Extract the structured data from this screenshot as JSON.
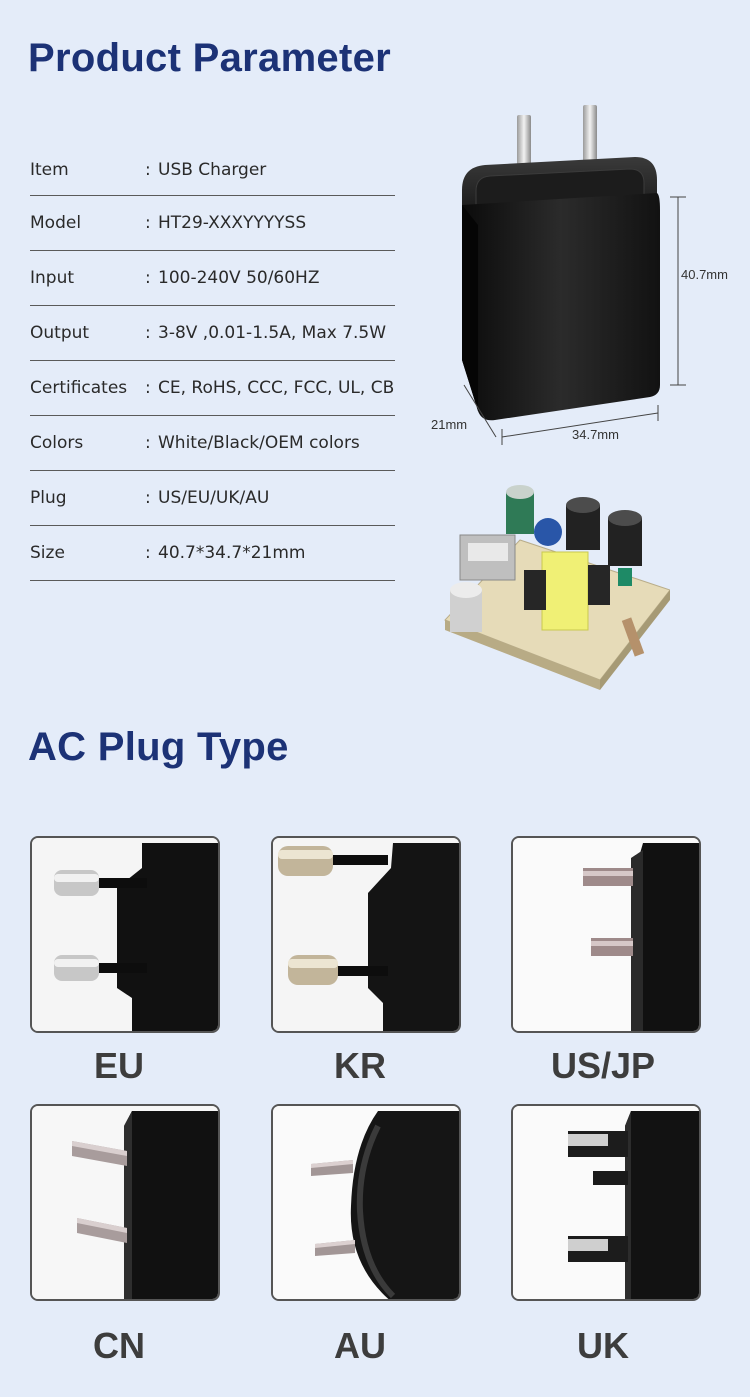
{
  "product_section": {
    "title": "Product Parameter",
    "separator": ":",
    "params": [
      {
        "key": "Item",
        "value": "USB Charger"
      },
      {
        "key": "Model",
        "value": "HT29-XXXYYYYSS"
      },
      {
        "key": "Input",
        "value": "100-240V 50/60HZ"
      },
      {
        "key": "Output",
        "value": "3-8V ,0.01-1.5A, Max 7.5W"
      },
      {
        "key": "Certificates",
        "value": "CE, RoHS, CCC, FCC, UL, CB"
      },
      {
        "key": "Colors",
        "value": "White/Black/OEM colors"
      },
      {
        "key": "Plug",
        "value": "US/EU/UK/AU"
      },
      {
        "key": "Size",
        "value": "40.7*34.7*21mm"
      }
    ],
    "dimensions": {
      "height": "40.7mm",
      "width": "34.7mm",
      "depth": "21mm"
    }
  },
  "plug_section": {
    "title": "AC Plug Type",
    "plugs": [
      {
        "label": "EU",
        "icon": "eu-plug-icon"
      },
      {
        "label": "KR",
        "icon": "kr-plug-icon"
      },
      {
        "label": "US/JP",
        "icon": "us-jp-plug-icon"
      },
      {
        "label": "CN",
        "icon": "cn-plug-icon"
      },
      {
        "label": "AU",
        "icon": "au-plug-icon"
      },
      {
        "label": "UK",
        "icon": "uk-plug-icon"
      }
    ]
  },
  "colors": {
    "title": "#1c3276",
    "background": "#e4ecf9",
    "charger_body": "#1a1a1a"
  }
}
